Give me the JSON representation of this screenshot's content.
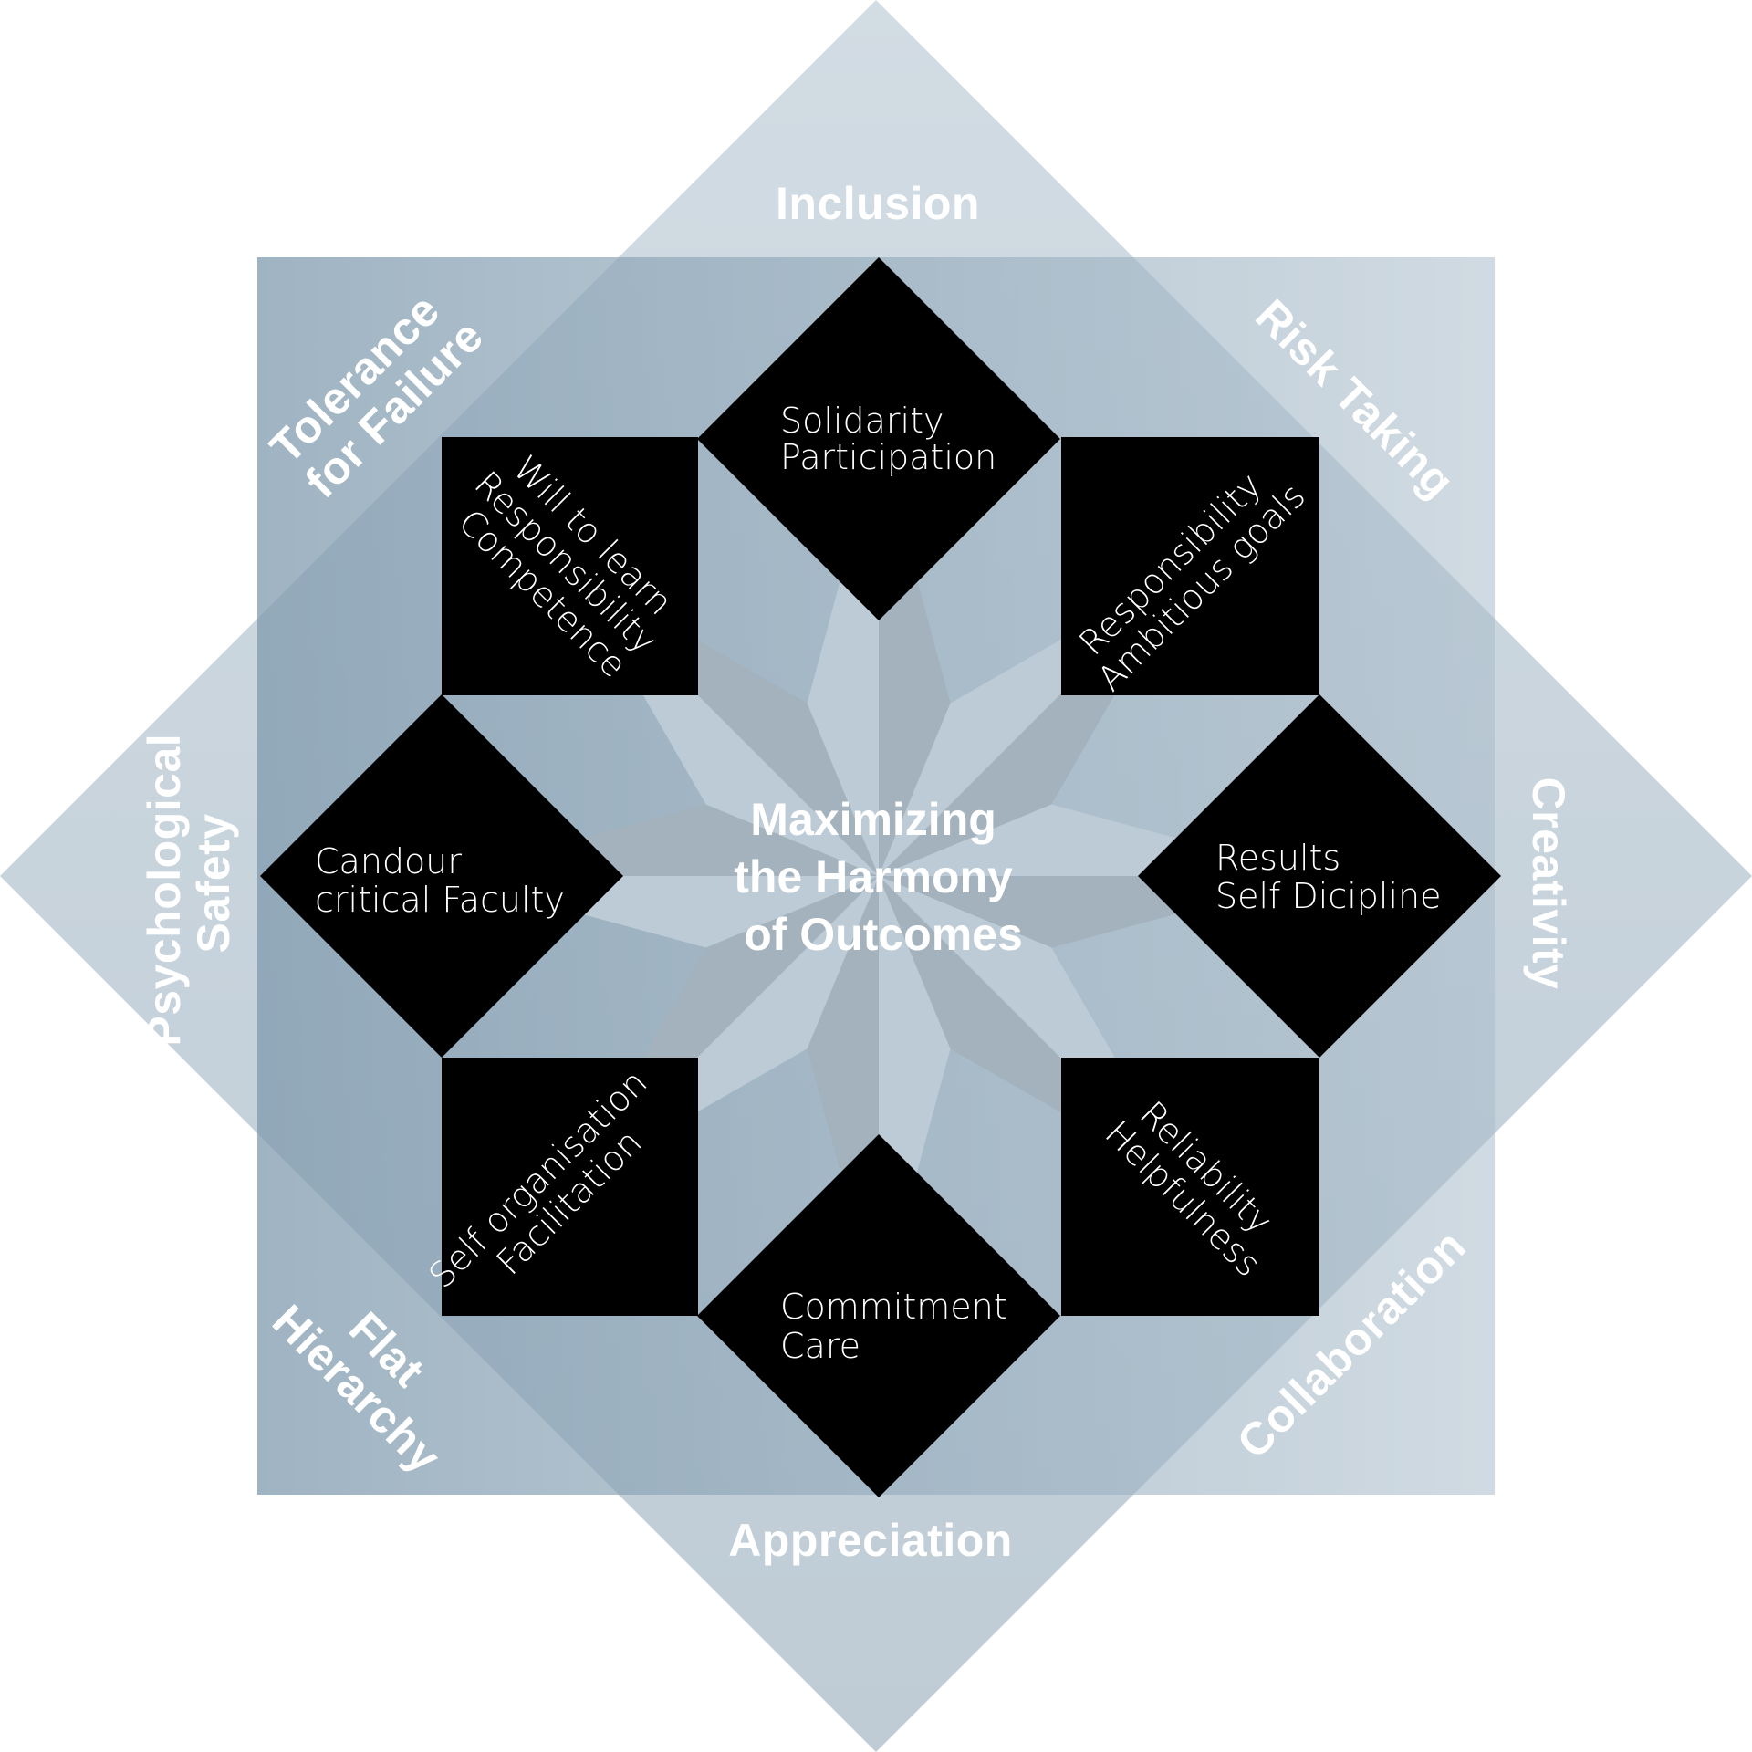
{
  "center": {
    "lines": [
      "Maximizing",
      "the Harmony",
      "of Outcomes"
    ]
  },
  "outer_values": [
    {
      "id": "inclusion",
      "lines": [
        "Inclusion"
      ]
    },
    {
      "id": "risk-taking",
      "lines": [
        "Risk Taking"
      ]
    },
    {
      "id": "creativity",
      "lines": [
        "Creativity"
      ]
    },
    {
      "id": "collaboration",
      "lines": [
        "Collaboration"
      ]
    },
    {
      "id": "appreciation",
      "lines": [
        "Appreciation"
      ]
    },
    {
      "id": "flat-hierarchy",
      "lines": [
        "Flat",
        "Hierarchy"
      ]
    },
    {
      "id": "psychological-safety",
      "lines": [
        "Psychological",
        "Safety"
      ]
    },
    {
      "id": "tolerance-for-failure",
      "lines": [
        "Tolerance",
        "for Failure"
      ]
    }
  ],
  "inner_values": [
    {
      "id": "top",
      "lines": [
        "Solidarity",
        "Participation"
      ]
    },
    {
      "id": "top-right",
      "lines": [
        "Responsibility",
        "Ambitious goals"
      ]
    },
    {
      "id": "right",
      "lines": [
        "Results",
        "Self Dicipline"
      ]
    },
    {
      "id": "bottom-right",
      "lines": [
        "Reliability",
        "Helpfulness"
      ]
    },
    {
      "id": "bottom",
      "lines": [
        "Commitment",
        "Care"
      ]
    },
    {
      "id": "bottom-left",
      "lines": [
        "Self organisation",
        "Facilitation"
      ]
    },
    {
      "id": "left",
      "lines": [
        "Candour",
        "critical Faculty"
      ]
    },
    {
      "id": "top-left",
      "lines": [
        "Will to learn",
        "Responsibility",
        "Competence"
      ]
    }
  ],
  "colors": {
    "square_fill": "#8fa7b8",
    "diamond_fill": "#b8c8d3",
    "tile_fill": "#000000",
    "star_fill": "#aebfcb",
    "label_color": "#ffffff"
  }
}
